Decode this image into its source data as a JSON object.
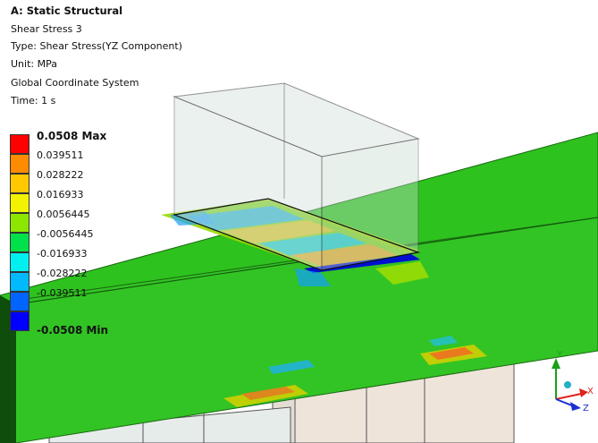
{
  "header": {
    "title": "A: Static Structural",
    "result": "Shear Stress 3",
    "type": "Type: Shear Stress(YZ Component)",
    "unit": "Unit: MPa",
    "coords": "Global Coordinate System",
    "time": "Time: 1 s"
  },
  "legend": {
    "labels": [
      "0.0508 Max",
      "0.039511",
      "0.028222",
      "0.016933",
      "0.0056445",
      "-0.0056445",
      "-0.016933",
      "-0.028222",
      "-0.039511",
      "-0.0508 Min"
    ],
    "colors": [
      "#ff0000",
      "#ff8c00",
      "#ffc800",
      "#f3f300",
      "#8ce600",
      "#00e04a",
      "#00f0f0",
      "#00b9ff",
      "#0064ff",
      "#0000ff"
    ]
  },
  "triad": {
    "y_label": "Y",
    "x_label": "X",
    "z_label": "Z",
    "y_color": "#1aa01a",
    "x_color": "#e0201a",
    "z_color": "#1a30d0"
  },
  "colors": {
    "beam_green": "#2ec21e",
    "beam_front": "#1f9e15",
    "beam_dark": "#0e4d0a",
    "block_glass": "#d8e6e0",
    "block_edge": "#4a4a4a"
  }
}
